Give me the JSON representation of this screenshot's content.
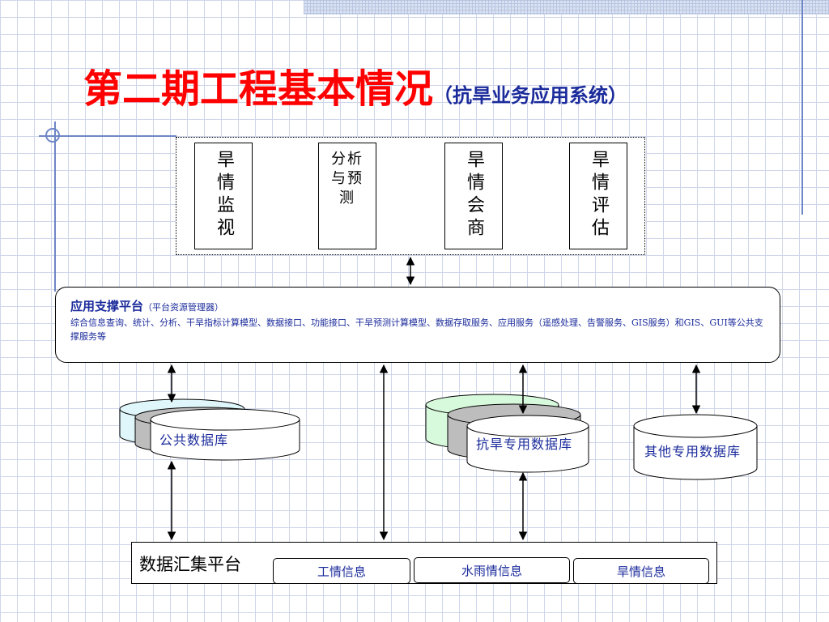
{
  "title": {
    "main": "第二期工程基本情况",
    "sub": "（抗旱业务应用系统）"
  },
  "functions": [
    {
      "label": "旱情监视"
    },
    {
      "label": "分析与预测"
    },
    {
      "label": "旱情会商"
    },
    {
      "label": "旱情评估"
    }
  ],
  "platform": {
    "title": "应用支撑平台",
    "subtitle": "（平台资源管理器）",
    "description": "综合信息查询、统计、分析、干旱指标计算模型、数据接口、功能接口、干旱预测计算模型、数据存取服务、应用服务（遥感处理、告警服务、GIS服务）和GIS、GUI等公共支撑服务等"
  },
  "databases": {
    "public": "公共数据库",
    "drought": "抗旱专用数据库",
    "other": "其他专用数据库"
  },
  "collector": {
    "title": "数据汇集平台",
    "items": [
      "工情信息",
      "水雨情信息",
      "旱情信息"
    ]
  },
  "colors": {
    "title_red": "#ff0000",
    "title_blue": "#1b2b9b",
    "cyl_cyan": "#dff7fb",
    "cyl_green": "#d8fadc",
    "cyl_gray": "#bdbdbd"
  }
}
